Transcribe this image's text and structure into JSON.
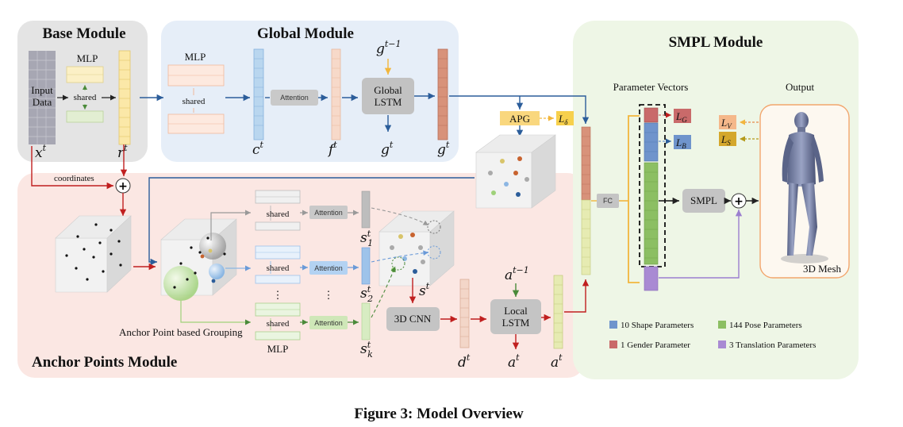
{
  "modules": {
    "base": "Base Module",
    "global": "Global Module",
    "smpl": "SMPL Module",
    "anchor": "Anchor Points Module"
  },
  "base": {
    "input": [
      "Input",
      "Data"
    ],
    "mlp": "MLP",
    "shared": "shared",
    "x": "x",
    "r": "r",
    "t": "t"
  },
  "global": {
    "mlp": "MLP",
    "shared": "shared",
    "attention": "Attention",
    "lstm": [
      "Global",
      "LSTM"
    ],
    "c": "c",
    "f": "f",
    "g": "g",
    "gprev": "t−1"
  },
  "anchor": {
    "coordinates": "coordinates",
    "grouping": "Anchor Point based Grouping",
    "shared": "shared",
    "attention": "Attention",
    "mlp": "MLP",
    "dots": "⋮",
    "s": "s",
    "s_subs": [
      "1",
      "2",
      "k"
    ],
    "cnn": "3D CNN",
    "lstm": [
      "Local",
      "LSTM"
    ],
    "d": "d",
    "a": "a",
    "aprev": "t−1",
    "apg": "APG",
    "l_delta": "δ"
  },
  "smpl": {
    "param_vectors": "Parameter Vectors",
    "output": "Output",
    "fc": "FC",
    "smpl": "SMPL",
    "mesh": "3D Mesh",
    "losses": {
      "L": "L",
      "G": "G",
      "B": "B",
      "V": "V",
      "S": "S"
    },
    "legend": [
      {
        "label": "10 Shape Parameters",
        "color": "#6f94cc"
      },
      {
        "label": "144 Pose Parameters",
        "color": "#8cbf63"
      },
      {
        "label": "1 Gender Parameter",
        "color": "#c96a6a"
      },
      {
        "label": "3 Translation Parameters",
        "color": "#a98ad3"
      }
    ]
  },
  "caption": "Figure 3: Model Overview",
  "colors": {
    "base_bg": "#e4e4e4",
    "global_bg": "#e6eef8",
    "anchor_bg": "#fbe7e3",
    "smpl_bg": "#eef6e6",
    "blue": "#2b5d9a",
    "red": "#c01f1f",
    "orange": "#f2b63c",
    "purple": "#9b7fcf"
  }
}
